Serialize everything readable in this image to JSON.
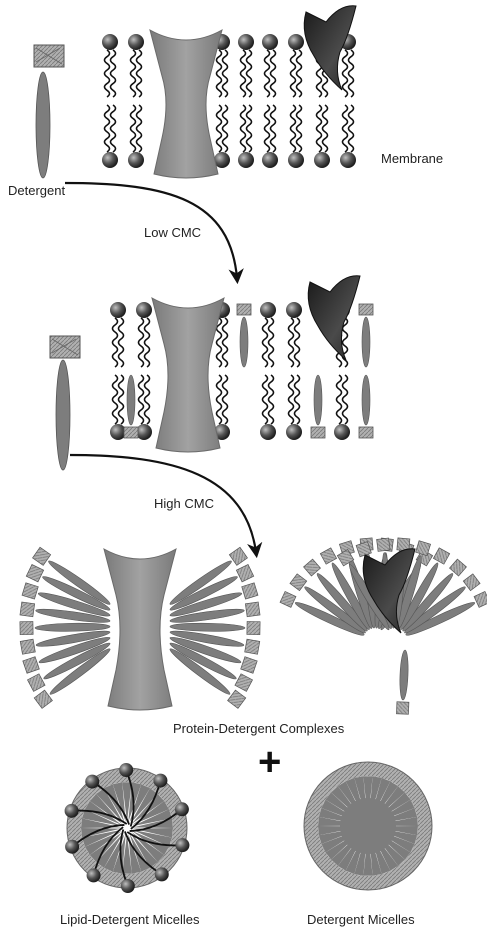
{
  "labels": {
    "membrane": "Membrane",
    "detergent": "Detergent",
    "low_cmc": "Low CMC",
    "high_cmc": "High CMC",
    "protein_detergent_complexes": "Protein-Detergent Complexes",
    "plus": "+",
    "lipid_detergent_micelles": "Lipid-Detergent Micelles",
    "detergent_micelles": "Detergent Micelles"
  },
  "colors": {
    "background": "#ffffff",
    "lipid_head": "#3a3a3a",
    "lipid_tail": "#111111",
    "protein_light": "#8c8c8c",
    "protein_dark": "#2c2c2c",
    "detergent_tail": "#7d7d7d",
    "detergent_head": "#a9a9a9",
    "arrow": "#111111"
  }
}
